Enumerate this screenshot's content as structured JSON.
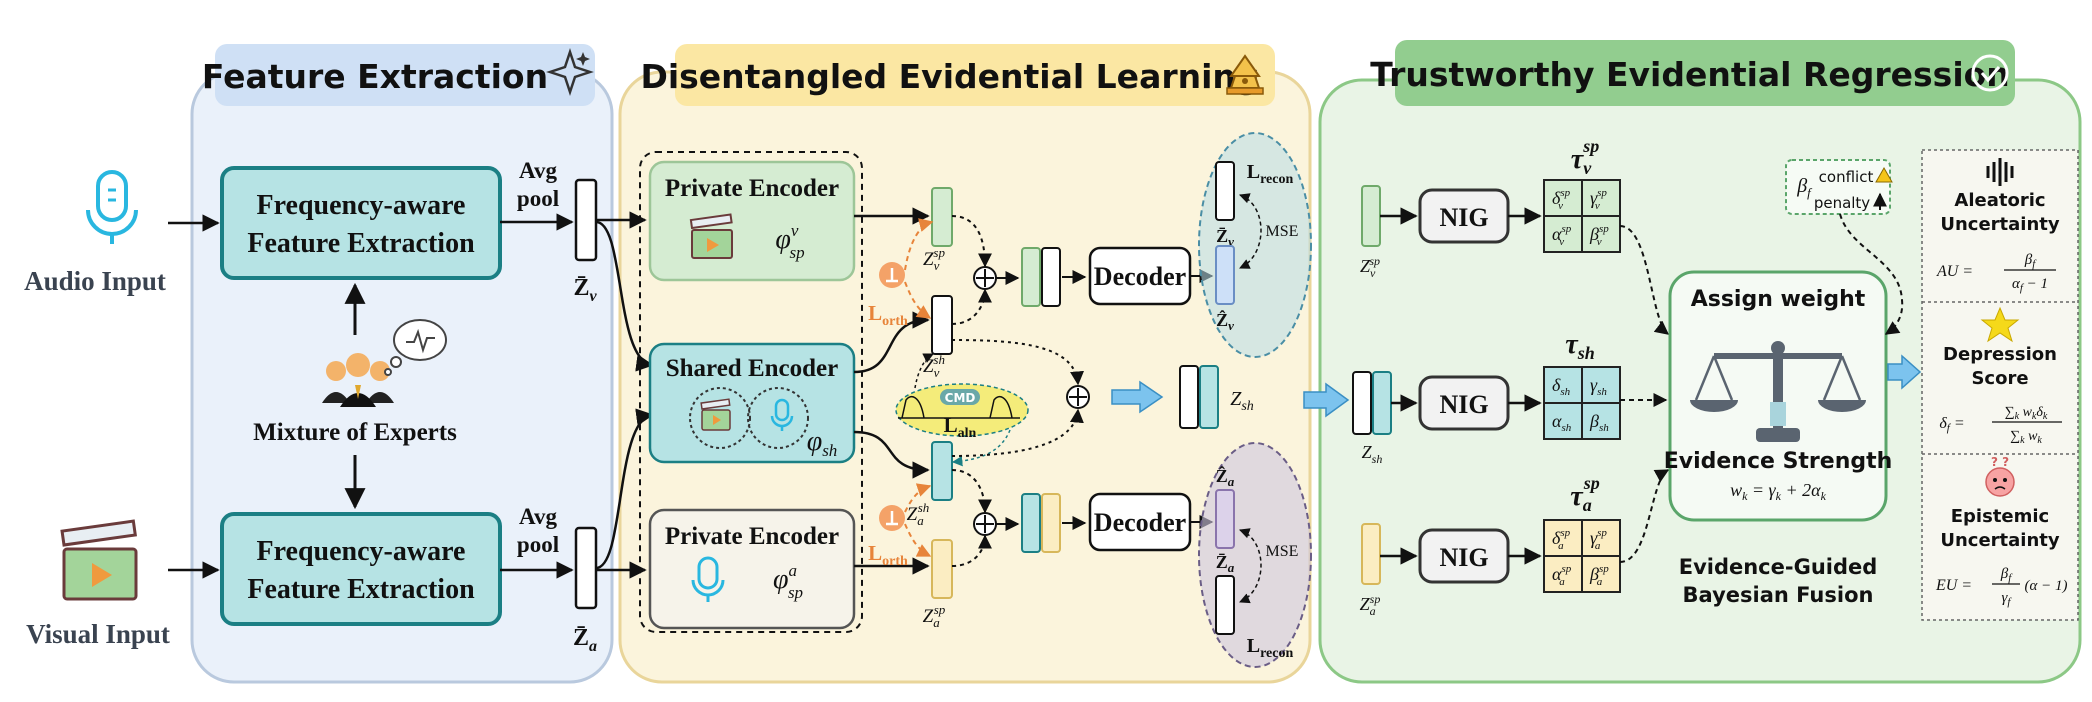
{
  "sections": {
    "feature_extraction": "Feature Extraction",
    "disentangled": "Disentangled Evidential Learning",
    "trustworthy": "Trustworthy Evidential Regression"
  },
  "inputs": {
    "audio": "Audio Input",
    "visual": "Visual Input"
  },
  "fe": {
    "top_line1": "Frequency-aware",
    "top_line2": "Feature Extraction",
    "bottom_line1": "Frequency-aware",
    "bottom_line2": "Feature Extraction",
    "moe": "Mixture of Experts",
    "avg_pool_top": [
      "Avg",
      "pool"
    ],
    "avg_pool_bottom": [
      "Avg",
      "pool"
    ]
  },
  "labels": {
    "zv_bar": "Z̄",
    "zv_bar_sub": "v",
    "za_bar": "Z̄",
    "za_bar_sub": "a"
  },
  "encoders": {
    "private_top": "Private Encoder",
    "private_top_phi": "φ",
    "private_top_phi_sup": "v",
    "private_top_phi_sub": "sp",
    "shared": "Shared Encoder",
    "shared_phi": "φ",
    "shared_phi_sub": "sh",
    "private_bottom": "Private Encoder",
    "private_bottom_phi": "φ",
    "private_bottom_phi_sup": "a",
    "private_bottom_phi_sub": "sp"
  },
  "latents": {
    "z_v_sp": [
      "Z",
      "v",
      "sp"
    ],
    "z_v_sh": [
      "Z",
      "v",
      "sh"
    ],
    "z_a_sh": [
      "Z",
      "a",
      "sh"
    ],
    "z_a_sp": [
      "Z",
      "a",
      "sp"
    ],
    "z_sh": [
      "Z",
      "sh"
    ]
  },
  "losses": {
    "orth_top": "L",
    "orth_top_sub": "orth",
    "orth_bottom": "L",
    "orth_bottom_sub": "orth",
    "aln": "L",
    "aln_sub": "aln",
    "cmd": "CMD",
    "recon_top": "L",
    "recon_top_sub": "recon",
    "recon_bottom": "L",
    "recon_bottom_sub": "recon",
    "mse_top": "MSE",
    "mse_bottom": "MSE"
  },
  "decoders": {
    "top": "Decoder",
    "bottom": "Decoder"
  },
  "recon": {
    "zv_bar": "Z̄",
    "zv_bar_sub": "v",
    "zv_hat": "Ẑ",
    "zv_hat_sub": "v",
    "za_hat": "Ẑ",
    "za_hat_sub": "a",
    "za_bar": "Z̄",
    "za_bar_sub": "a"
  },
  "regression": {
    "nig_top": "NIG",
    "nig_mid": "NIG",
    "nig_bottom": "NIG",
    "tau_top": [
      "τ",
      "v",
      "sp"
    ],
    "tau_mid": [
      "τ",
      "sh"
    ],
    "tau_bottom": [
      "τ",
      "a",
      "sp"
    ],
    "grid_top": [
      [
        "δ",
        "v",
        "sp"
      ],
      [
        "γ",
        "v",
        "sp"
      ],
      [
        "α",
        "v",
        "sp"
      ],
      [
        "β",
        "v",
        "sp"
      ]
    ],
    "grid_mid": [
      [
        "δ",
        "",
        "sh"
      ],
      [
        "γ",
        "",
        "sh"
      ],
      [
        "α",
        "",
        "sh"
      ],
      [
        "β",
        "",
        "sh"
      ]
    ],
    "grid_bottom": [
      [
        "δ",
        "a",
        "sp"
      ],
      [
        "γ",
        "a",
        "sp"
      ],
      [
        "α",
        "a",
        "sp"
      ],
      [
        "β",
        "a",
        "sp"
      ]
    ],
    "in_top": [
      "Z",
      "v",
      "sp"
    ],
    "in_mid": [
      "Z",
      "sh"
    ],
    "in_bottom": [
      "Z",
      "a",
      "sp"
    ]
  },
  "fusion": {
    "assign_weight": "Assign weight",
    "evidence_strength": "Evidence Strength",
    "weight_formula": "w",
    "weight_formula_sub": "k",
    "weight_formula_rhs": " = γ",
    "weight_formula_rhs2": " + 2α",
    "caption_line1": "Evidence-Guided",
    "caption_line2": "Bayesian Fusion",
    "beta_f": "β",
    "beta_f_sub": "f",
    "conflict": "conflict",
    "penalty": "penalty"
  },
  "outputs": {
    "aleatoric_line1": "Aleatoric",
    "aleatoric_line2": "Uncertainty",
    "au_formula": "AU =",
    "depression_line1": "Depression",
    "depression_line2": "Score",
    "score_formula": "δ",
    "epistemic_line1": "Epistemic",
    "epistemic_line2": "Uncertainty",
    "eu_formula": "EU ="
  },
  "colors": {
    "fe_panel": "#eaf1fa",
    "del_panel": "#fbf4dc",
    "ter_panel": "#e9f4e6",
    "fe_title_bg": "#cfe0f5",
    "del_title_bg": "#fbe7a3",
    "ter_title_bg": "#92cd8f",
    "teal_box": "#b6e3e4",
    "teal_border": "#1b7f84",
    "green_box": "#d5ecd2",
    "yellow_box": "#fbedc2",
    "purple_box": "#dcd2ea",
    "blue_box": "#cde0f8",
    "orange": "#e7843a",
    "arrow_blue": "#62b4e6"
  }
}
